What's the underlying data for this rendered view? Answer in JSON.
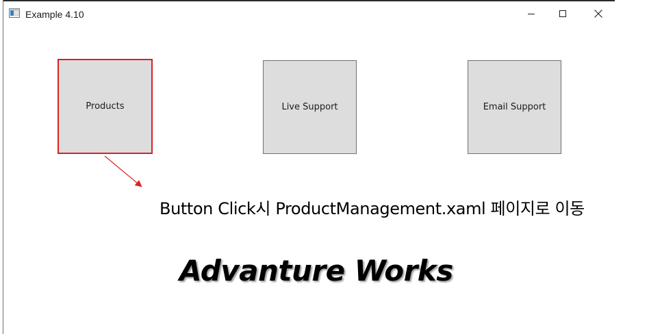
{
  "window": {
    "title": "Example 4.10",
    "controls": {
      "minimize": "minimize-icon",
      "maximize": "maximize-icon",
      "close": "close-icon"
    }
  },
  "buttons": [
    {
      "label": "Products",
      "focused": true
    },
    {
      "label": "Live Support",
      "focused": false
    },
    {
      "label": "Email Support",
      "focused": false
    }
  ],
  "annotation": {
    "text": "Button Click시 ProductManagement.xaml 페이지로 이동",
    "color": "#e02020"
  },
  "brand": {
    "text": "Advanture Works"
  }
}
